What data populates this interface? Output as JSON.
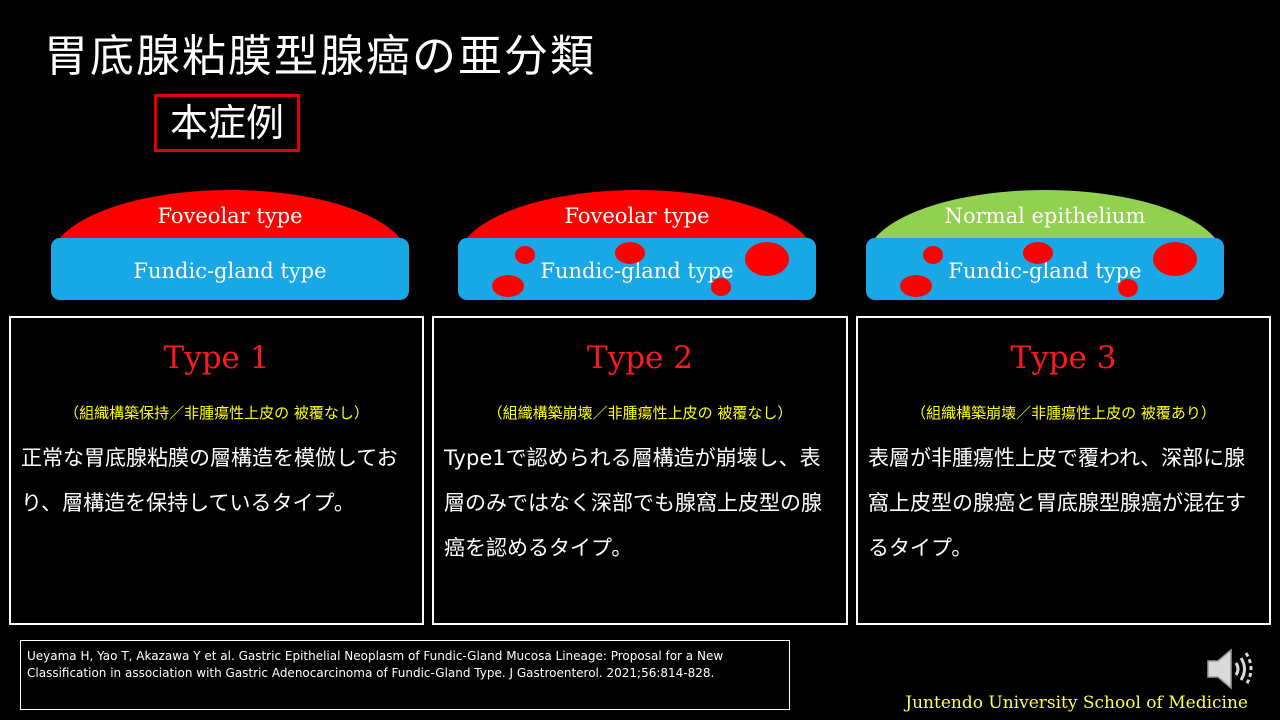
{
  "title": "胃底腺粘膜型腺癌の亜分類",
  "case_badge": "本症例",
  "diagrams": [
    {
      "top_label": "Foveolar type",
      "top_color": "#ff0000",
      "base_label": "Fundic-gland type",
      "base_color": "#19a8e6"
    },
    {
      "top_label": "Foveolar type",
      "top_color": "#ff0000",
      "base_label": "Fundic-gland type",
      "base_color": "#19a8e6"
    },
    {
      "top_label": "Normal epithelium",
      "top_color": "#92d050",
      "base_label": "Fundic-gland type",
      "base_color": "#19a8e6"
    }
  ],
  "types": [
    {
      "title": "Type 1",
      "subtitle": "（組織構築保持／非腫瘍性上皮の 被覆なし）",
      "description": "正常な胃底腺粘膜の層構造を模倣しており、層構造を保持しているタイプ。"
    },
    {
      "title": "Type 2",
      "subtitle": "（組織構築崩壊／非腫瘍性上皮の 被覆なし）",
      "description": "Type1で認められる層構造が崩壊し、表層のみではなく深部でも腺窩上皮型の腺癌を認めるタイプ。"
    },
    {
      "title": "Type 3",
      "subtitle": "（組織構築崩壊／非腫瘍性上皮の 被覆あり）",
      "description": "表層が非腫瘍性上皮で覆われ、深部に腺窩上皮型の腺癌と胃底腺型腺癌が混在するタイプ。"
    }
  ],
  "citation": "Ueyama H, Yao T, Akazawa Y et al. Gastric Epithelial Neoplasm of Fundic-Gland Mucosa Lineage: Proposal for a New Classification in association with Gastric Adenocarcinoma of Fundic-Gland Type. J Gastroenterol. 2021;56:814-828.",
  "footer": "Juntendo University School of Medicine",
  "icons": {
    "speaker": "speaker-icon"
  },
  "colors": {
    "accent_red": "#ff0000",
    "highlight_yellow": "#ffff00",
    "epithelium_green": "#92d050",
    "gland_blue": "#19a8e6"
  }
}
